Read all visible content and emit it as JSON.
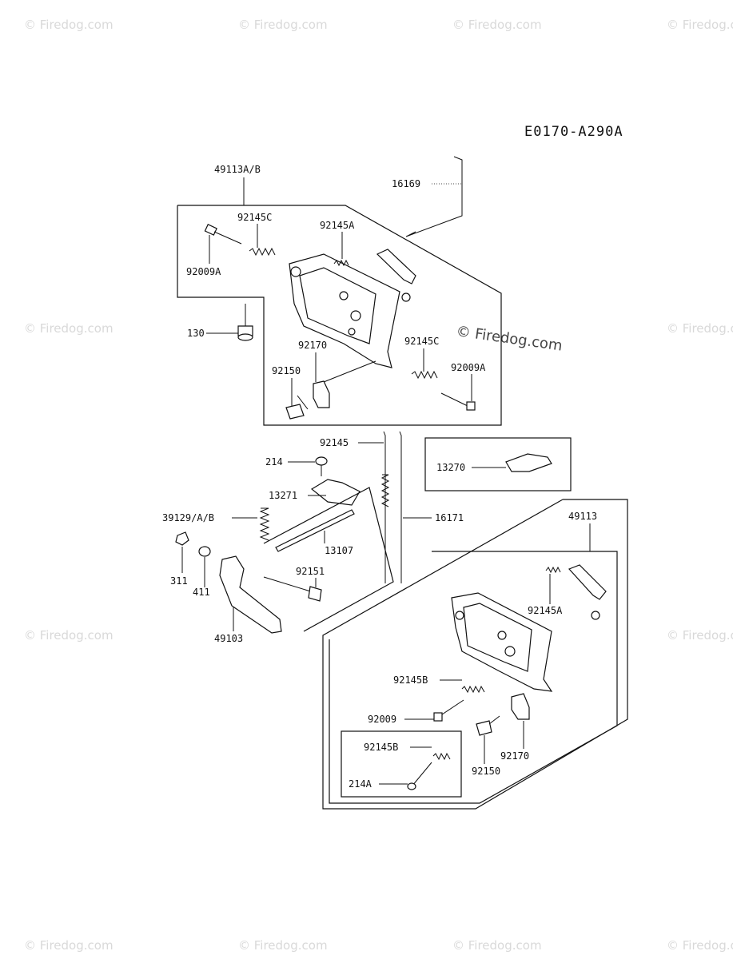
{
  "diagram_code": "E0170-A290A",
  "watermark": "© Firedog.com",
  "labels": {
    "p49113AB": "49113A/B",
    "p16169": "16169",
    "p92145C_top": "92145C",
    "p92145A_top": "92145A",
    "p92009A_left": "92009A",
    "p130": "130",
    "p92170_top": "92170",
    "p92145C_mid": "92145C",
    "p92009A_right": "92009A",
    "p92150_top": "92150",
    "p92145": "92145",
    "p214": "214",
    "p13270": "13270",
    "p13271": "13271",
    "p39129": "39129/A/B",
    "p16171": "16171",
    "p13107": "13107",
    "p49113": "49113",
    "p311": "311",
    "p411": "411",
    "p92151": "92151",
    "p92145A_bot": "92145A",
    "p49103": "49103",
    "p92145B_top": "92145B",
    "p92009": "92009",
    "p92145B_box": "92145B",
    "p92170_bot": "92170",
    "p92150_bot": "92150",
    "p214A": "214A"
  }
}
